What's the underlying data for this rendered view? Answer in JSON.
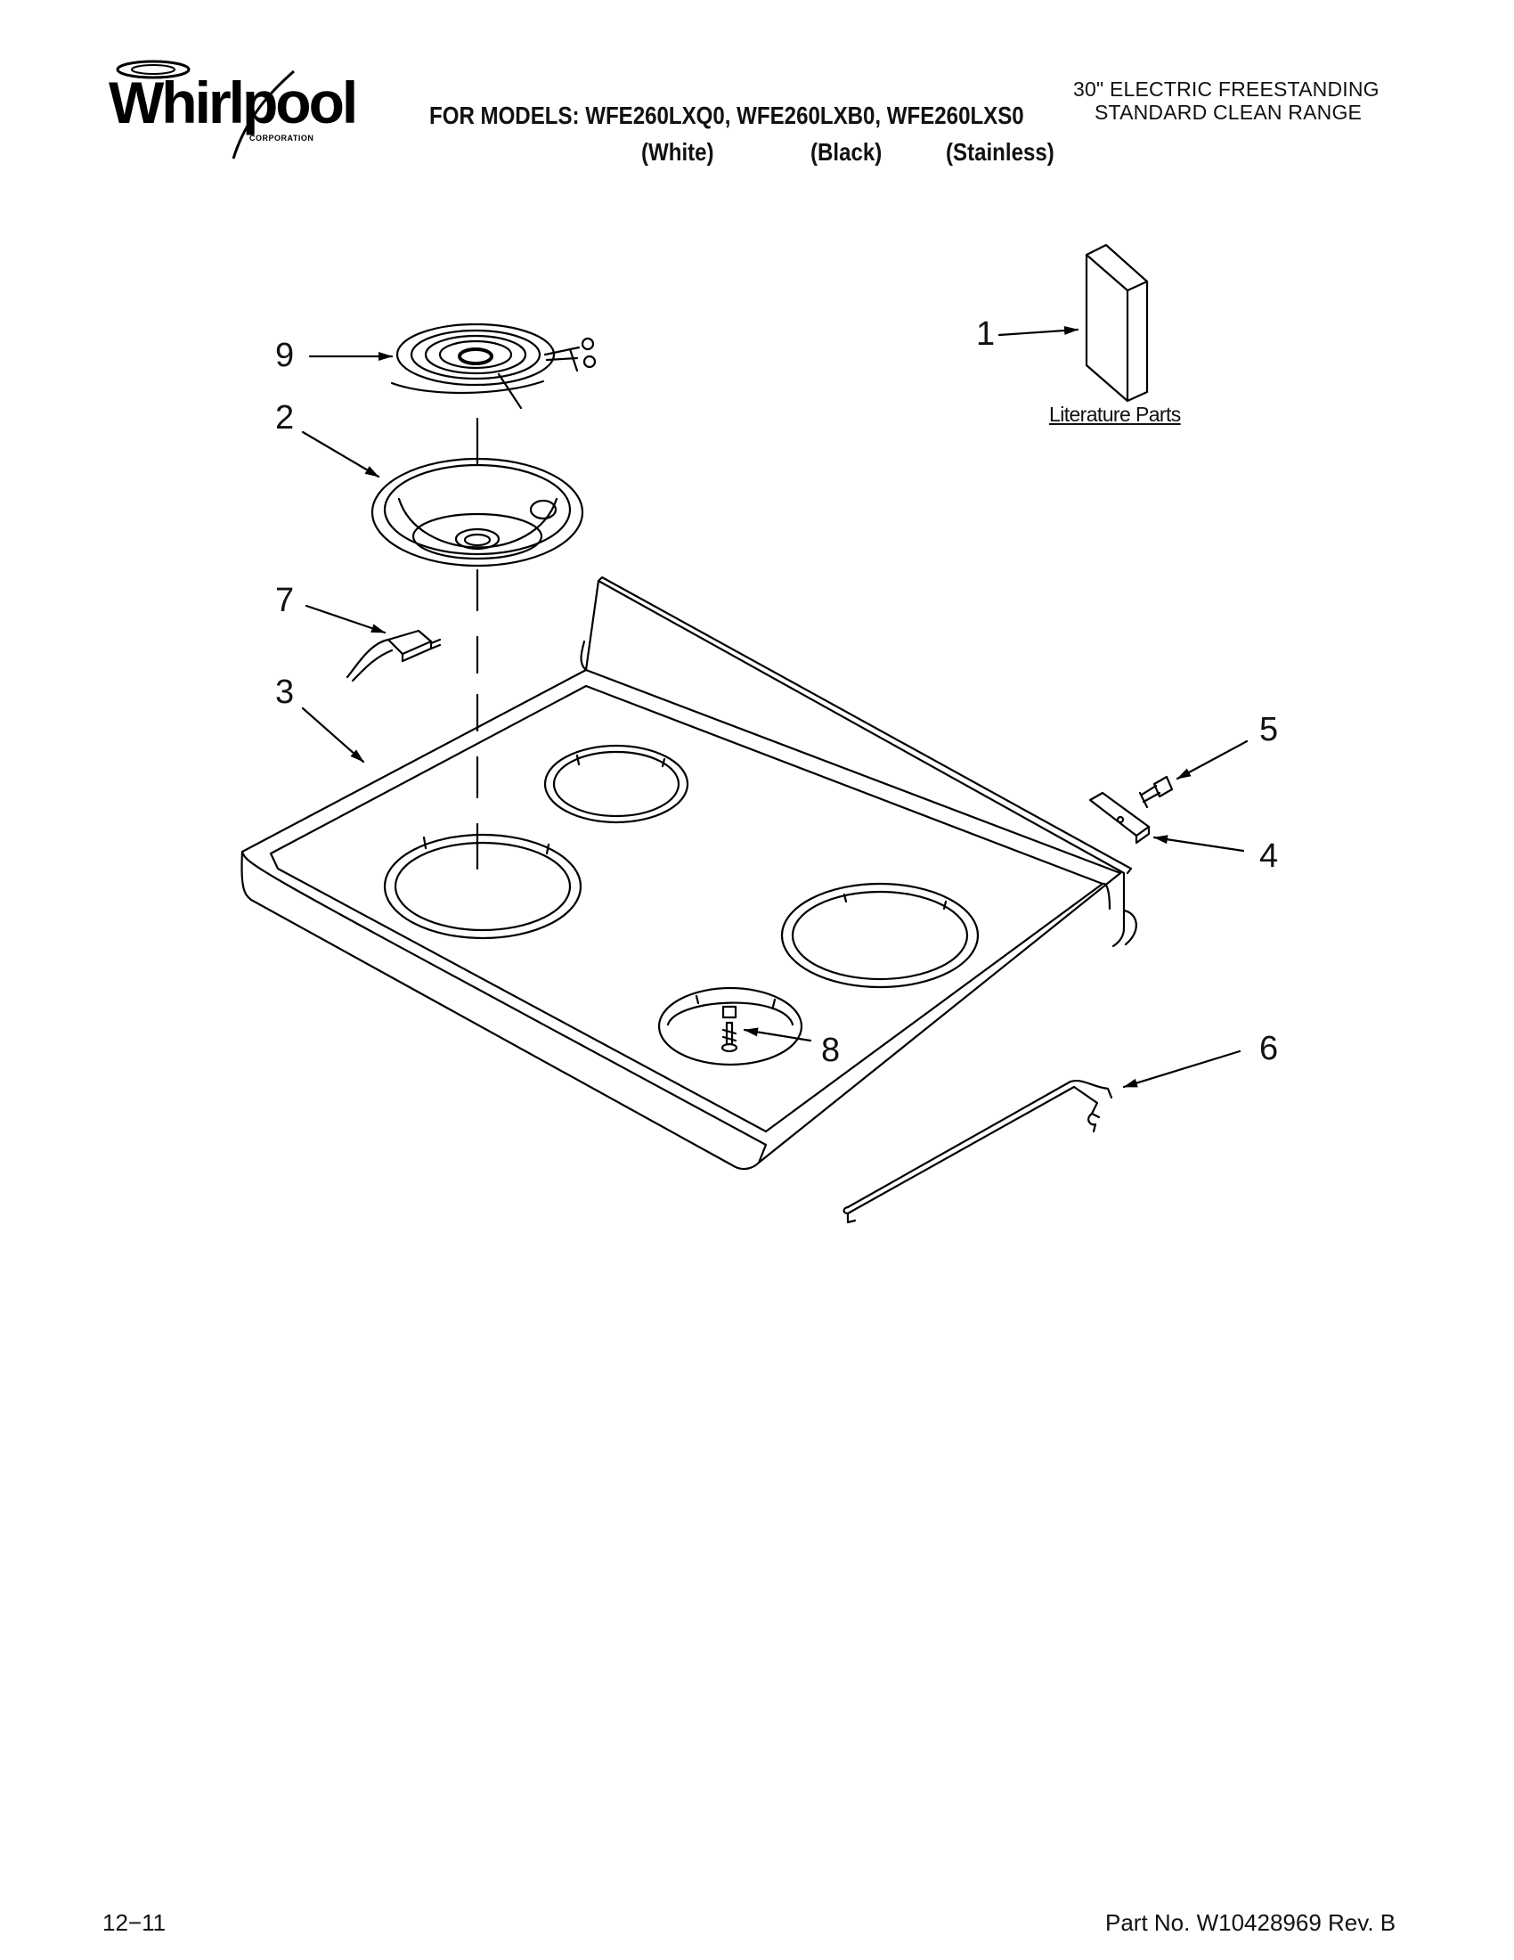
{
  "header": {
    "brand": "Whirlpool",
    "brand_sub": "CORPORATION",
    "models_line": "FOR MODELS: WFE260LXQ0, WFE260LXB0, WFE260LXS0",
    "variants": [
      "(White)",
      "(Black)",
      "(Stainless)"
    ],
    "product_line1": "30\" ELECTRIC FREESTANDING",
    "product_line2": "STANDARD CLEAN RANGE"
  },
  "diagram": {
    "literature_label": "Literature Parts",
    "callouts": [
      "1",
      "2",
      "3",
      "4",
      "5",
      "6",
      "7",
      "8",
      "9"
    ]
  },
  "footer": {
    "date_code": "12−11",
    "part_number": "Part No. W10428969 Rev. B"
  }
}
